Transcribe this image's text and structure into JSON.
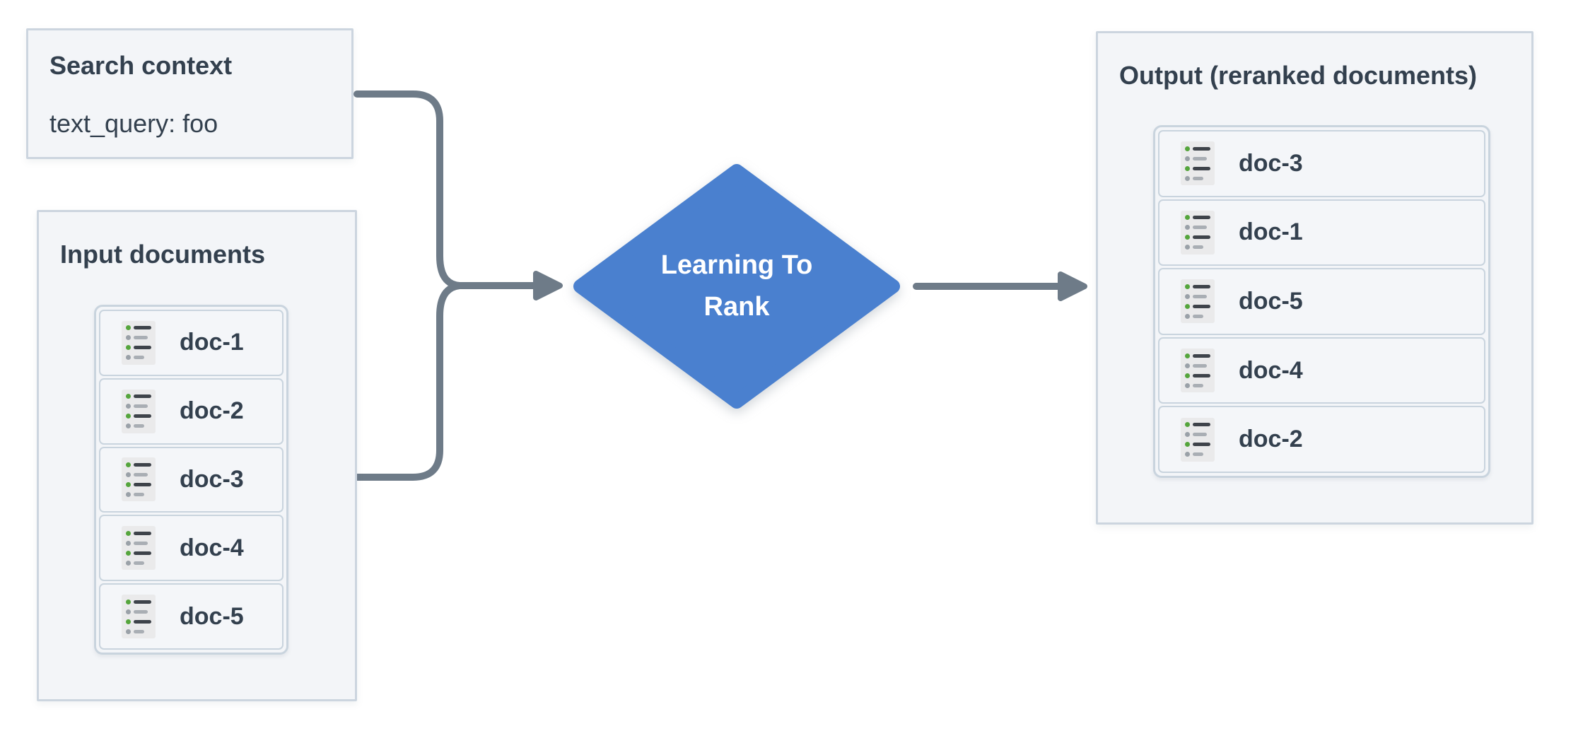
{
  "colors": {
    "diamond_blue": "#4a80cf",
    "connector_gray": "#6e7b88",
    "box_border": "#ccd5df",
    "box_fill": "#f3f5f8",
    "card_border": "#c9d4de",
    "card_fill": "#f4f6f9",
    "text_dark": "#33404e",
    "icon_green": "#55a53c"
  },
  "search_context": {
    "title": "Search context",
    "query": "text_query: foo"
  },
  "input_documents": {
    "title": "Input documents",
    "docs": [
      "doc-1",
      "doc-2",
      "doc-3",
      "doc-4",
      "doc-5"
    ]
  },
  "process_node": {
    "label": "Learning To Rank"
  },
  "output_documents": {
    "title": "Output (reranked documents)",
    "docs": [
      "doc-3",
      "doc-1",
      "doc-5",
      "doc-4",
      "doc-2"
    ]
  }
}
